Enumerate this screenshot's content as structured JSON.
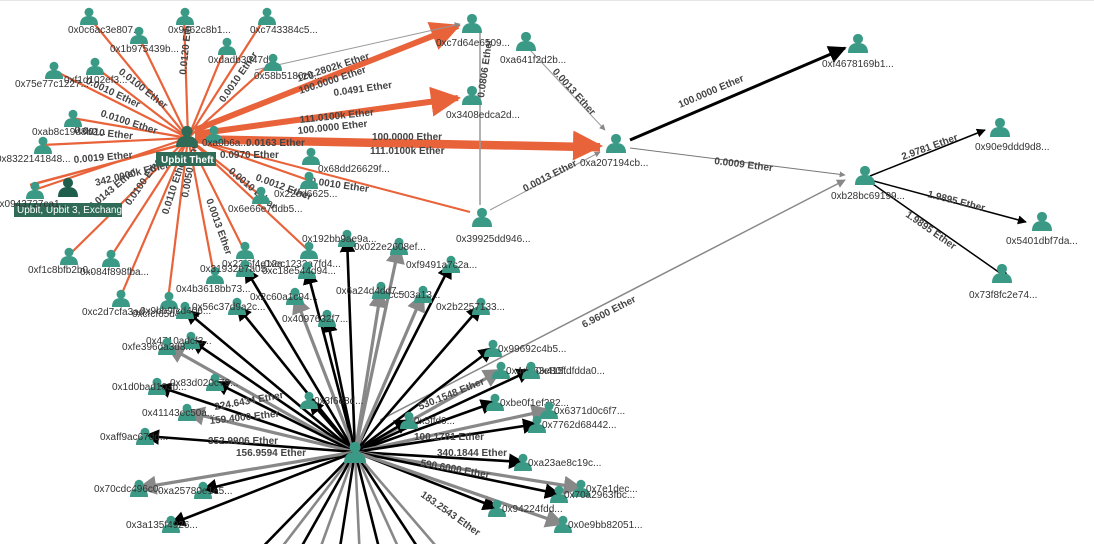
{
  "colors": {
    "theft": "#e8633a",
    "normal": "#000000",
    "light": "#888888",
    "node": "#3a9a86",
    "exchange": "#1f5e4c"
  },
  "hub": {
    "name": "Upbit Theft",
    "icon": "user-icon"
  },
  "exchange": {
    "name": "Upbit, Upbit 3, Exchange",
    "icon": "user-icon"
  },
  "main_nodes": [
    {
      "id": "a0b6",
      "label": "0xa0b6a..."
    },
    {
      "id": "c7d6",
      "label": "0xc7d64e6509..."
    },
    {
      "id": "a641",
      "label": "0xa641f2d2b..."
    },
    {
      "id": "3408",
      "label": "0x3408edca2d..."
    },
    {
      "id": "a207",
      "label": "0xa207194cb..."
    },
    {
      "id": "f467",
      "label": "0xf4678169b1..."
    },
    {
      "id": "b28b",
      "label": "0xb28bc69199..."
    },
    {
      "id": "90e9",
      "label": "0x90e9ddd9d8..."
    },
    {
      "id": "5401",
      "label": "0x5401dbf7da..."
    },
    {
      "id": "73f8",
      "label": "0x73f8fc2e74..."
    },
    {
      "id": "3992",
      "label": "0x39925dd946..."
    },
    {
      "id": "68dd",
      "label": "0x68dd26629f..."
    }
  ],
  "theft_neighbors": [
    "0x0c6ac3e807...",
    "0x1b975439b...",
    "0x9462c8b1...",
    "0xc743384c5...",
    "0xdadb3047d...",
    "0x58b5186c6...",
    "0xf1d102ef3...",
    "0x75e77c1227...",
    "0xab8c19d8b2...",
    "0x8322141848...",
    "0x0943727ca1...",
    "0xf1c8bfb2b0...",
    "0x084f898fba...",
    "0xc2d7cfa3ad...",
    "0xcfcf65d448...",
    "0x4b3618bb73...",
    "0x22f6f4e12a...",
    "0xec1232a7fd4...",
    "0x6e66e7ddb5...",
    "0x22ed6625..."
  ],
  "cluster_nodes": [
    "0x192bb9ae9a...",
    "0x022e2608ef...",
    "0xf9491a7c2a...",
    "0x2b2257133...",
    "0xcc503a13...",
    "0xc18e544d94...",
    "0x31932e7a05...",
    "0x6a24d4dd7...",
    "0x9bb9fcd406...",
    "0x56c37d9a2c...",
    "0x2c60a1c94...",
    "0x4097632f7...",
    "0x4710adcf3...",
    "0xfe396da3d8...",
    "0x1d0bad103b...",
    "0x83d020c79...",
    "0x41143ec50a...",
    "0xaff9ac67dd...",
    "0xa25780e1e5...",
    "0x70cdc496c0...",
    "0x3a135f4926...",
    "0x99692c4b5...",
    "0x4d663e80f...",
    "0x415fdfdda0...",
    "0xbe0f1ef382...",
    "0x6371d0c6f7...",
    "0x7762d68442...",
    "0xa23ae8c19c...",
    "0x7e1dec...",
    "0x70a2963fbc...",
    "0x94224fdd...",
    "0x0e9bb82051...",
    "0x3f6e8d...",
    "0x5ffd0..."
  ],
  "edges_labels": {
    "hub_c7d6": "120.2802k Ether",
    "hub_c7d6_b": "100.0000 Ether",
    "hub_3408": "0.0491 Ether",
    "hub_3408_b": "111.0100k Ether",
    "hub_3408_c": "100.0000 Ether",
    "hub_a207": "100.0000 Ether",
    "hub_a207_b": "111.0100k Ether",
    "hub_0163": "0.0163 Ether",
    "hub_0970": "0.0970 Ether",
    "a207_f467": "100.0000 Ether",
    "a641_a207": "0.0013 Ether",
    "a207_b28b": "0.0009 Ether",
    "3992_a207": "0.0013 Ether",
    "c7d6_3992": "0.0806 Ether",
    "b28b_90e9": "2.9781 Ether",
    "b28b_5401": "1.9895 Ether",
    "b28b_73f8": "1.9895 Ether",
    "cluster_b28b": "6.9600 Ether",
    "exch_hub": "342.0000k Ether",
    "n1": "0.0019 Ether",
    "n2": "0.0010 Ether",
    "n3": "0.0010 Ether",
    "n4": "0.0100 Ether",
    "n5": "0.0100 Ether",
    "n6": "0.0120 Ether",
    "n7": "0.0010 Ether",
    "n8": "0.0143 Ether",
    "n9": "0.0100 Ether",
    "n10": "0.0050 Ether",
    "n11": "0.0110 Ether",
    "n12": "0.0013 Ether",
    "n13": "0.0010 Ether",
    "n14": "0.0012 Ether",
    "n15": "0.0010 Ether",
    "c1": "224.6434 Ether",
    "c2": "352.9906 Ether",
    "c3": "156.9594 Ether",
    "c4": "340.1844 Ether",
    "c5": "530.1548 Ether",
    "c6": "590.6000 Ether",
    "c7": "100.1781 Ether",
    "c8": "159.4000 Ether",
    "c9": "183.2543 Ether"
  }
}
